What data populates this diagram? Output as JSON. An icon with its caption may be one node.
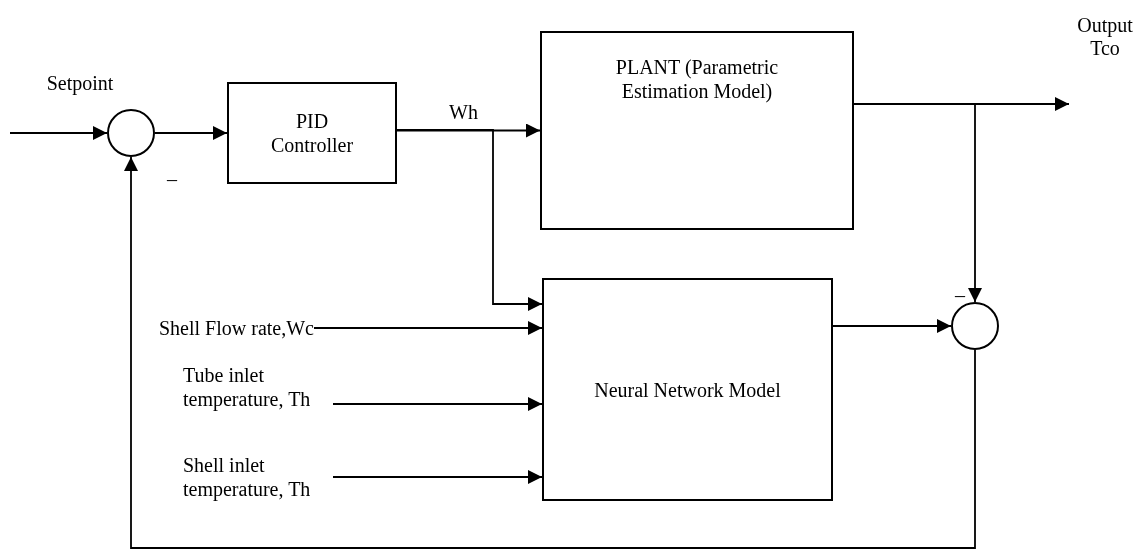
{
  "diagram": {
    "nodes": [
      {
        "text": [],
        "shape": "circle"
      },
      {
        "text": [
          "PID Controller"
        ]
      },
      {
        "text": [
          "PLANT (Parametric Estimation Model)"
        ]
      },
      {
        "text": [
          "Neural Network Model"
        ]
      },
      {
        "text": [],
        "shape": "circle"
      },
      {
        "text": [
          "Shell Flow rate,Wc"
        ]
      },
      {
        "text": [
          "Tube inlet temperature, Th"
        ]
      },
      {
        "text": [
          "Shell inlet temperature, Th"
        ]
      }
    ],
    "edges": [
      {
        "from": null,
        "to": 0,
        "arrow": "to"
      },
      {
        "from": 0,
        "to": 1,
        "arrow": "to"
      },
      {
        "from": 1,
        "to": 2,
        "arrow": "to",
        "label": "Wh"
      },
      {
        "from": 1,
        "to": 3,
        "arrow": "to"
      },
      {
        "from": 2,
        "to": null,
        "arrow": "to"
      },
      {
        "from": 2,
        "to": 4,
        "arrow": "to"
      },
      {
        "from": 5,
        "to": 3,
        "arrow": "to"
      },
      {
        "from": 6,
        "to": 3,
        "arrow": "to"
      },
      {
        "from": 7,
        "to": 3,
        "arrow": "to"
      },
      {
        "from": 3,
        "to": 4,
        "arrow": "to"
      },
      {
        "from": 4,
        "to": 0,
        "arrow": "to"
      }
    ],
    "labels": [
      "Setpoint",
      "Output Tco",
      "–",
      "–"
    ]
  }
}
